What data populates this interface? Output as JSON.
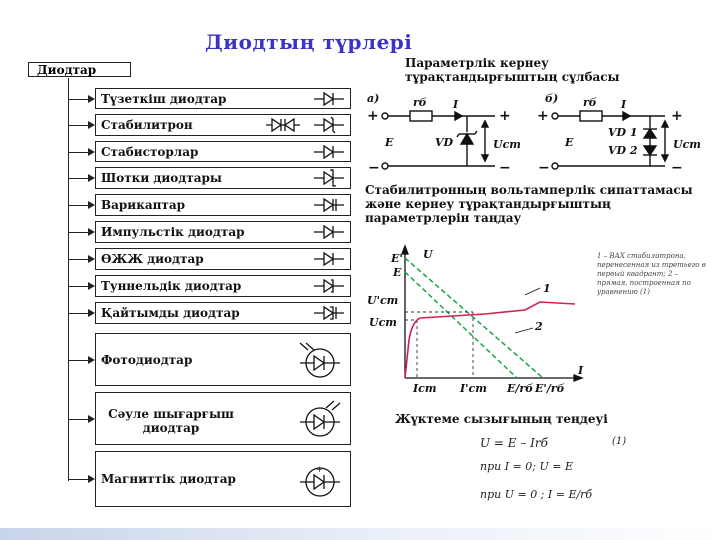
{
  "title": "Диодтың түрлері",
  "root_label": "Диодтар",
  "diode_types": [
    {
      "label": "Түзеткіш диодтар",
      "icon": "rectifier-diode-icon"
    },
    {
      "label": "Стабилитрон",
      "icon": "zener-diode-icon"
    },
    {
      "label": "Стабисторлар",
      "icon": "stabistor-icon"
    },
    {
      "label": "Шотки диодтары",
      "icon": "schottky-diode-icon"
    },
    {
      "label": "Варикаптар",
      "icon": "varicap-icon"
    },
    {
      "label": "Импульстік диодтар",
      "icon": "pulse-diode-icon"
    },
    {
      "label": "ӨЖЖ диодтар",
      "icon": "uhf-diode-icon"
    },
    {
      "label": "Туннельдік диодтар",
      "icon": "tunnel-diode-icon"
    },
    {
      "label": "Қайтымды диодтар",
      "icon": "backward-diode-icon"
    },
    {
      "label": "Фотодиодтар",
      "icon": "photodiode-icon"
    },
    {
      "label": "Сәуле шығарғыш диодтар",
      "icon": "led-icon"
    },
    {
      "label": "Магниттік диодтар",
      "icon": "magnetodiode-icon"
    }
  ],
  "circuit": {
    "heading": "Параметрлік кернеу тұрақтандырғыштың сұлбасы",
    "label_a": "а)",
    "label_b": "б)",
    "rb": "rб",
    "current": "I",
    "source": "E",
    "vd": "VD",
    "vd1": "VD 1",
    "vd2": "VD 2",
    "ucm": "Uст"
  },
  "vac": {
    "heading": "Стабилитронның вольтамперлік сипаттамасы және кернеу тұрақтандырғыштың параметрлерін таңдау",
    "axis_u": "U",
    "axis_i": "I",
    "label_e1": "E",
    "label_e2": "E'",
    "label_ucm1": "U'ст",
    "label_ucm2": "Uст",
    "label_icm1": "Iст",
    "label_icm2": "I'ст",
    "label_er1": "E/rб",
    "label_er2": "E'/rб",
    "curve_1": "1",
    "curve_2": "2",
    "legend": "1 – ВАХ стабилитрона, перенесенная из третьего в первый квадрант; 2 – прямая, построенная по уравнению (1)"
  },
  "load": {
    "heading": "Жүктеме сызығының теңдеуі",
    "equation": "U = E – Irб",
    "eq_number": "(1)",
    "cond1": "при  I = 0;  U = E",
    "cond2": "при  U = 0 ;  I = E/rб"
  }
}
